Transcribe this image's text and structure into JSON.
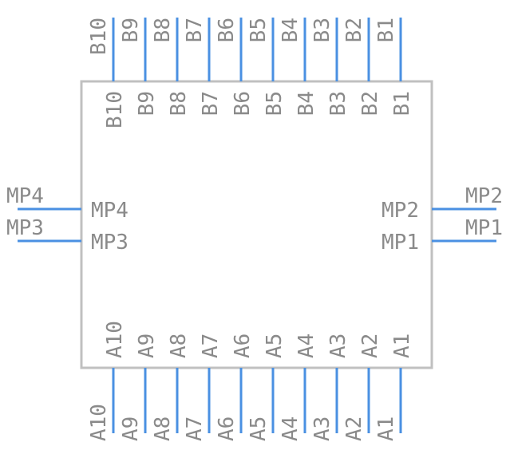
{
  "colors": {
    "pin": "#4a90e2",
    "body_outline": "#c0c0c0",
    "text": "#8a8a8a",
    "background": "#ffffff"
  },
  "pins": {
    "top": [
      "B10",
      "B9",
      "B8",
      "B7",
      "B6",
      "B5",
      "B4",
      "B3",
      "B2",
      "B1"
    ],
    "bottom": [
      "A10",
      "A9",
      "A8",
      "A7",
      "A6",
      "A5",
      "A4",
      "A3",
      "A2",
      "A1"
    ],
    "left": [
      "MP4",
      "MP3"
    ],
    "right": [
      "MP2",
      "MP1"
    ]
  }
}
